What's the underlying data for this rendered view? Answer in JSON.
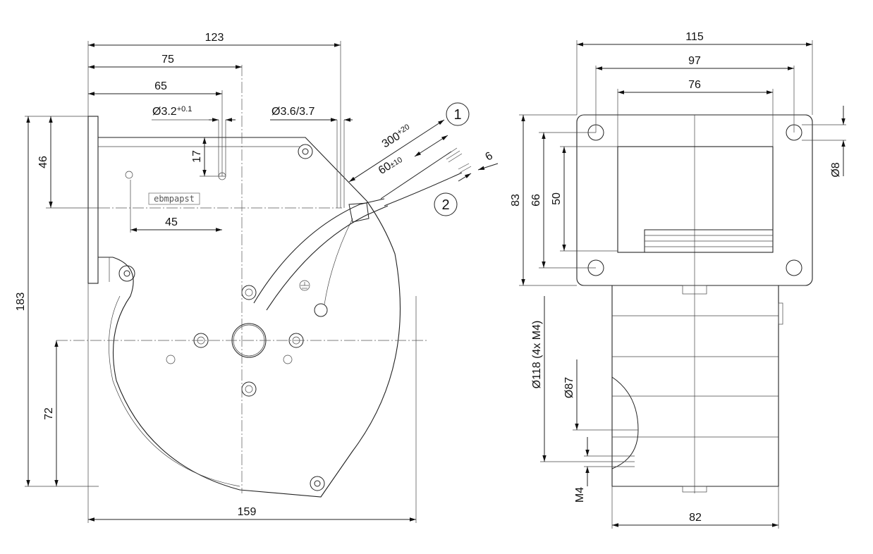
{
  "brand_logo": "ebmpapst",
  "front_view": {
    "dims": {
      "d123": "123",
      "d75": "75",
      "d65": "65",
      "d_hole_main": "Ø3.2",
      "d_hole_tol": "+0.1",
      "d_hole2": "Ø3.6/3.7",
      "d300": "300",
      "d300_tol": "+20",
      "d60": "60",
      "d60_tol": "±10",
      "d6": "6",
      "d17": "17",
      "d46": "46",
      "d45": "45",
      "d183": "183",
      "d72": "72",
      "d159": "159"
    },
    "balloons": [
      "1",
      "2"
    ]
  },
  "side_view": {
    "dims": {
      "d115": "115",
      "d97": "97",
      "d76": "76",
      "d83": "83",
      "d66": "66",
      "d50": "50",
      "d8": "Ø8",
      "d118": "Ø118 (4x M4)",
      "d87": "Ø87",
      "m4": "M4",
      "d82": "82"
    }
  }
}
